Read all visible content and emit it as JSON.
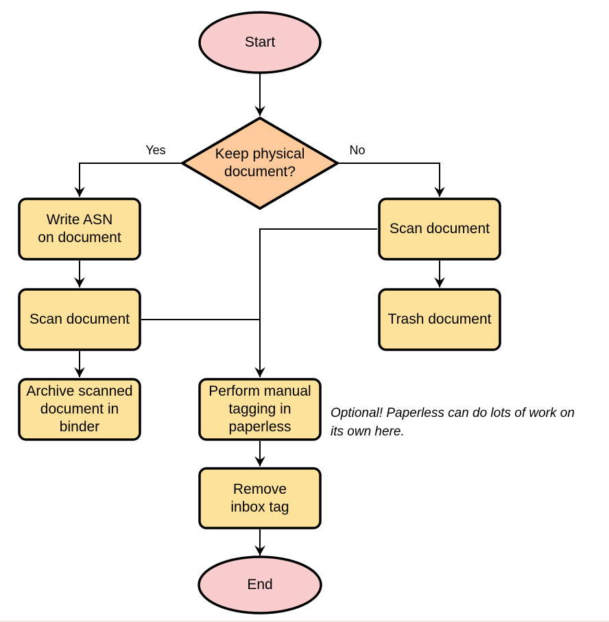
{
  "colors": {
    "terminal_fill": "#F9CDCD",
    "decision_fill": "#FCCA9B",
    "process_fill": "#FDE29B",
    "stroke": "#000000"
  },
  "nodes": {
    "start": {
      "lines": [
        "Start"
      ]
    },
    "decision": {
      "lines": [
        "Keep physical",
        "document?"
      ]
    },
    "write_asn": {
      "lines": [
        "Write ASN",
        "on document"
      ]
    },
    "scan_left": {
      "lines": [
        "Scan document"
      ]
    },
    "archive": {
      "lines": [
        "Archive scanned",
        "document in",
        "binder"
      ]
    },
    "scan_right": {
      "lines": [
        "Scan document"
      ]
    },
    "trash": {
      "lines": [
        "Trash document"
      ]
    },
    "tagging": {
      "lines": [
        "Perform manual",
        "tagging in",
        "paperless"
      ]
    },
    "remove_inbox": {
      "lines": [
        "Remove",
        "inbox tag"
      ]
    },
    "end": {
      "lines": [
        "End"
      ]
    }
  },
  "edge_labels": {
    "yes": "Yes",
    "no": "No"
  },
  "annotation": {
    "lines": [
      "Optional! Paperless can do lots of work on",
      "its own here."
    ]
  }
}
